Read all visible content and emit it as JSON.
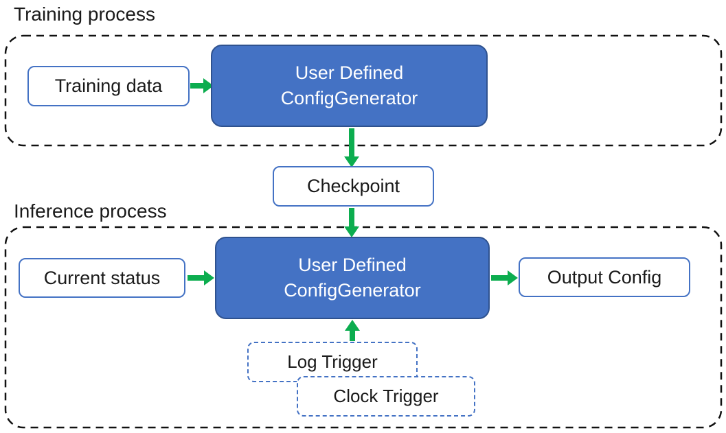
{
  "training": {
    "title": "Training process",
    "input_label": "Training data",
    "generator_line1": "User Defined",
    "generator_line2": "ConfigGenerator"
  },
  "checkpoint_label": "Checkpoint",
  "inference": {
    "title": "Inference process",
    "input_label": "Current status",
    "generator_line1": "User Defined",
    "generator_line2": "ConfigGenerator",
    "output_label": "Output Config",
    "log_trigger_label": "Log Trigger",
    "clock_trigger_label": "Clock Trigger"
  },
  "colors": {
    "generator_fill": "#4472C4",
    "generator_border": "#2F528F",
    "io_box_border": "#4472C4",
    "trigger_border": "#4472C4",
    "arrow_green": "#0CAD4F",
    "container_dash": "#111111",
    "text_dark": "#1A1A1A",
    "text_light": "#FFFFFF",
    "background": "#FFFFFF"
  }
}
